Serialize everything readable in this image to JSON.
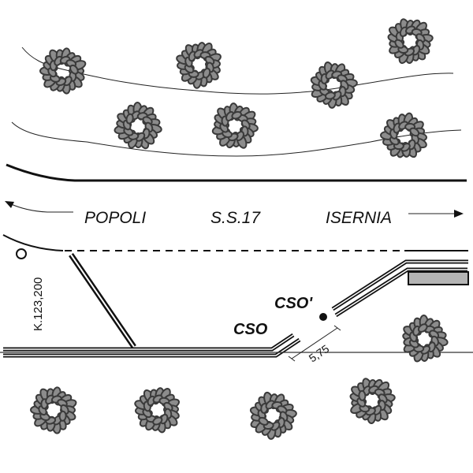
{
  "diagram": {
    "type": "road-plan",
    "road": {
      "name": "S.S.17",
      "direction_left": "POPOLI",
      "direction_right": "ISERNIA"
    },
    "chainage_label": "K.123,200",
    "points": [
      {
        "id": "cso",
        "label": "CSO"
      },
      {
        "id": "cso-prime",
        "label": "CSO'"
      }
    ],
    "dimension": {
      "label": "5,75"
    },
    "colors": {
      "line": "#111111",
      "tree_fill": "#8c8c8c",
      "tree_stroke": "#3a3a3a",
      "kerb_fill": "#b4b4b4",
      "background": "#ffffff"
    },
    "trees": [
      {
        "row": "upper-1",
        "count": 4
      },
      {
        "row": "upper-2",
        "count": 3
      },
      {
        "row": "lower",
        "count": 5
      }
    ]
  }
}
